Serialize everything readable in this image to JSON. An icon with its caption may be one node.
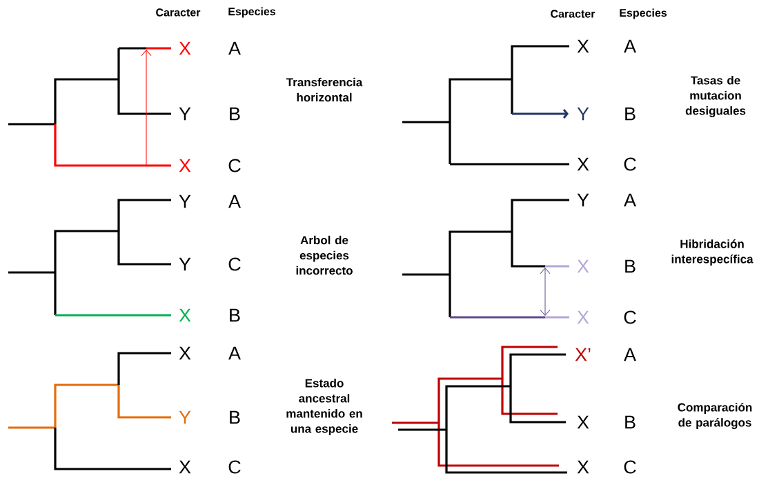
{
  "diagram": {
    "labels": [
      "Caracter",
      "Especies",
      "Caracter",
      "Especies",
      "X",
      "A",
      "Y",
      "B",
      "X",
      "C",
      "Transferencia horizontal",
      "X",
      "A",
      "Y",
      "B",
      "X",
      "C",
      "Tasas de mutacion desiguales",
      "Y",
      "A",
      "Y",
      "C",
      "X",
      "B",
      "Arbol de especies incorrecto",
      "Y",
      "A",
      "X",
      "B",
      "X",
      "C",
      "Hibridación interespecífica",
      "X",
      "A",
      "Y",
      "B",
      "X",
      "C",
      "Estado ancestral mantenido en una especie",
      "X’",
      "A",
      "X",
      "B",
      "X",
      "C",
      "Comparación de parálogos"
    ]
  }
}
